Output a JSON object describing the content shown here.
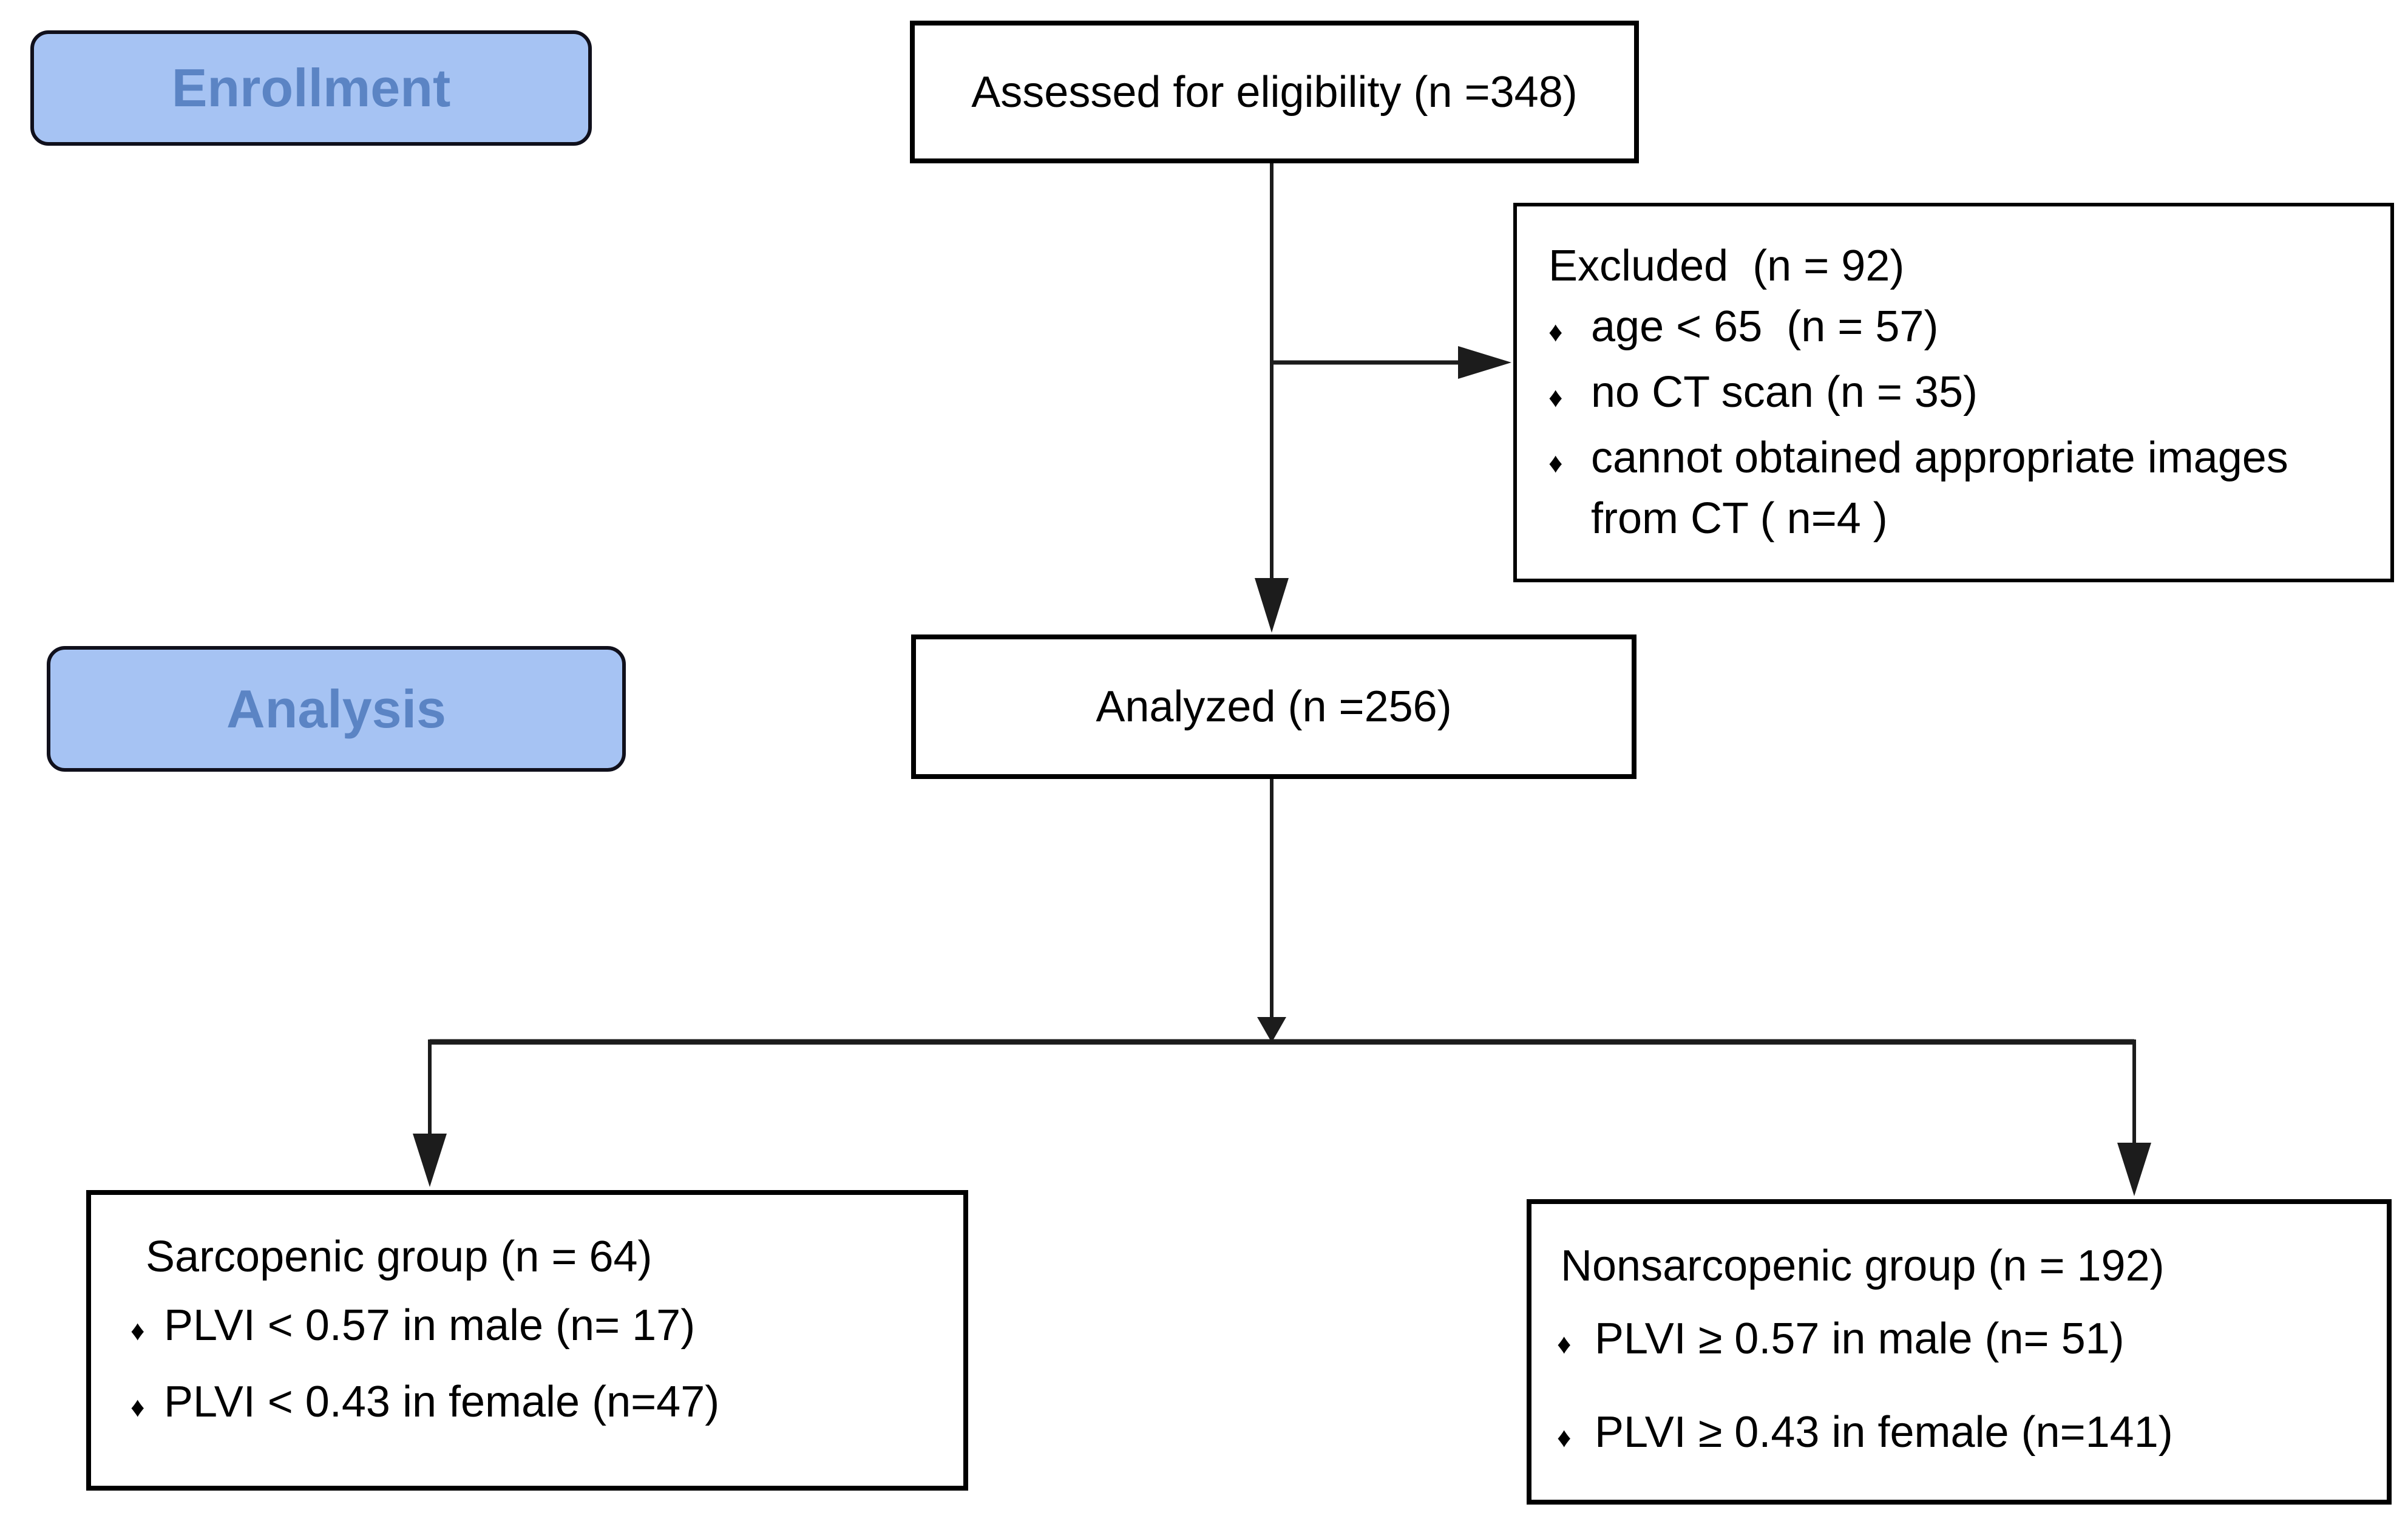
{
  "colors": {
    "background": "#ffffff",
    "label_fill": "#a6c3f3",
    "label_text": "#5b84c4",
    "label_border": "#10101c",
    "box_border": "#000000",
    "line": "#1c1c1c"
  },
  "stages": {
    "enrollment": "Enrollment",
    "analysis": "Analysis"
  },
  "nodes": {
    "assessed": {
      "text": "Assessed for eligibility (n =348)"
    },
    "excluded": {
      "title": "Excluded  (n = 92)",
      "bullets": [
        {
          "marker": "♦",
          "text": "age < 65  (n = 57)"
        },
        {
          "marker": "♦",
          "text": "no CT scan (n = 35)"
        },
        {
          "marker": "♦",
          "text": "cannot obtained appropriate images",
          "text_line2": "from CT ( n=4 )"
        }
      ]
    },
    "analyzed": {
      "text": "Analyzed (n =256)"
    },
    "sarcopenic": {
      "title": "Sarcopenic group (n = 64)",
      "bullets": [
        {
          "marker": "♦",
          "text": "PLVI < 0.57 in male (n= 17)"
        },
        {
          "marker": "♦",
          "text": "PLVI < 0.43 in female (n=47)"
        }
      ]
    },
    "nonsarcopenic": {
      "title": "Nonsarcopenic group (n = 192)",
      "bullets": [
        {
          "marker": "♦",
          "text": "PLVI ≥ 0.57 in male (n= 51)"
        },
        {
          "marker": "♦",
          "text": "PLVI ≥ 0.43 in female (n=141)"
        }
      ]
    }
  }
}
